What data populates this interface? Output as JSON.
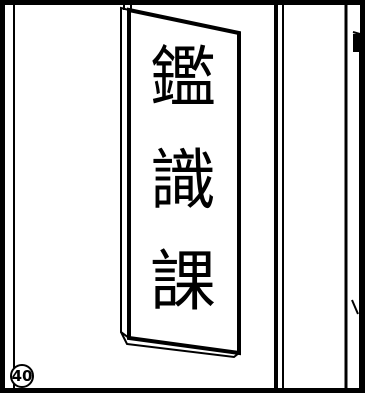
{
  "panel": {
    "number": "40"
  },
  "sign": {
    "characters": [
      "鑑",
      "識",
      "課"
    ]
  },
  "colors": {
    "ink": "#000000",
    "paper": "#ffffff"
  }
}
